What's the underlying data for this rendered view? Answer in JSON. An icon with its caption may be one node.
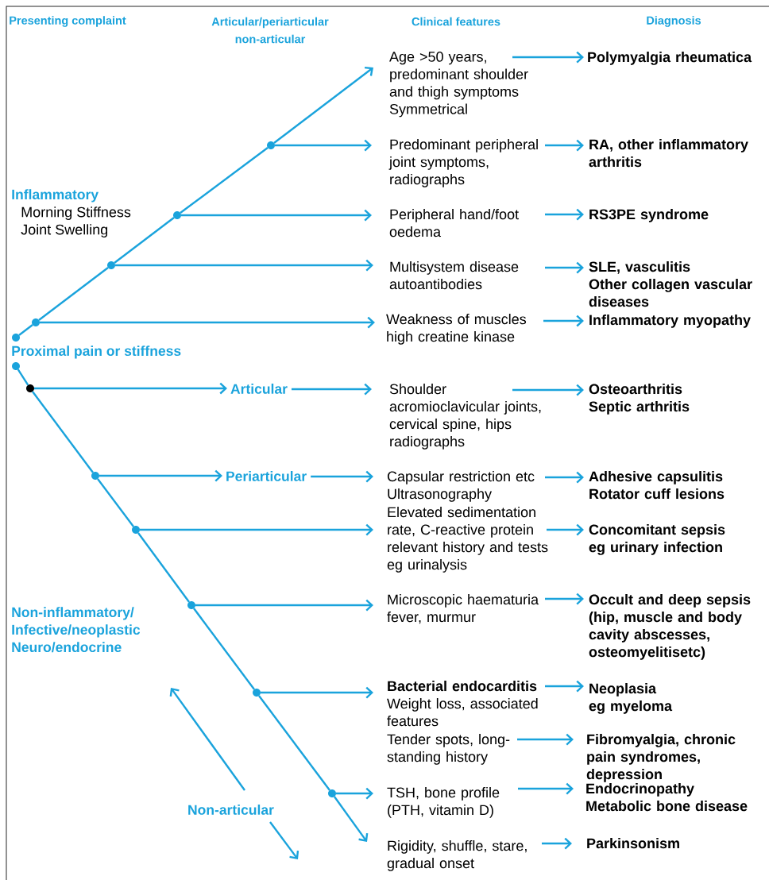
{
  "diagram": {
    "nodes": [
      {
        "text": [],
        "shape": "circle"
      },
      {
        "text": [],
        "shape": "circle"
      },
      {
        "text": [],
        "shape": "circle"
      },
      {
        "text": [],
        "shape": "circle"
      },
      {
        "text": [],
        "shape": "circle"
      },
      {
        "text": [
          "Age >50 years, predominant shoulder and thigh symptoms",
          "Symmetrical"
        ]
      },
      {
        "text": [
          "Predominant peripheral joint symptoms, radiographs"
        ]
      },
      {
        "text": [
          "Peripheral hand/foot oedema"
        ]
      },
      {
        "text": [
          "Multisystem disease autoantibodies"
        ]
      },
      {
        "text": [
          "Weakness of muscles high creatine kinase"
        ]
      },
      {
        "text": [],
        "shape": "circle"
      },
      {
        "text": [],
        "shape": "circle"
      },
      {
        "text": [],
        "shape": "circle"
      },
      {
        "text": [],
        "shape": "circle"
      },
      {
        "text": [],
        "shape": "circle"
      },
      {
        "text": [],
        "shape": "circle"
      },
      {
        "text": [],
        "shape": "circle"
      },
      {
        "text": [
          "Articular"
        ]
      },
      {
        "text": [
          "Periarticular"
        ]
      },
      {
        "text": [
          "Shoulder",
          "acromioclavicular joints, cervical spine, hips radiographs"
        ]
      },
      {
        "text": [
          "Capsular restriction etc",
          "Ultrasonography"
        ]
      },
      {
        "text": [
          "Elevated sedimentation rate, C-reactive protein",
          "relevant history and tests eg urinalysis"
        ]
      },
      {
        "text": [
          "Microscopic haematuria fever, murmur"
        ]
      },
      {
        "text": [
          "Bacterial endocarditis",
          "Weight loss, associated features"
        ]
      },
      {
        "text": [
          "Tender spots, long-standing history"
        ]
      },
      {
        "text": [
          "TSH, bone profile (PTH, vitamin D)"
        ]
      },
      {
        "text": [
          "Rigidity, shuffle, stare, gradual onset"
        ]
      },
      {
        "text": [
          "Non-articular"
        ]
      },
      {
        "text": [
          "Polymyalgia rheumatica"
        ]
      },
      {
        "text": [
          "RA, other inflammatory arthritis"
        ]
      },
      {
        "text": [
          "RS3PE syndrome"
        ]
      },
      {
        "text": [
          "SLE, vasculitis",
          "Other collagen vascular diseases"
        ]
      },
      {
        "text": [
          "Inflammatory myopathy"
        ]
      },
      {
        "text": [
          "Osteoarthritis",
          "Septic arthritis"
        ]
      },
      {
        "text": [
          "Adhesive capsulitis",
          "Rotator cuff lesions"
        ]
      },
      {
        "text": [
          "Concomitant sepsis",
          "eg urinary infection"
        ]
      },
      {
        "text": [
          "Occult and deep sepsis (hip, muscle and body cavity abscesses, osteomyelitisetc)"
        ]
      },
      {
        "text": [
          "Neoplasia",
          "eg myeloma"
        ]
      },
      {
        "text": [
          "Fibromyalgia, chronic pain syndromes, depression"
        ]
      },
      {
        "text": [
          "Endocrinopathy",
          "Metabolic bone disease"
        ]
      },
      {
        "text": [
          "Parkinsonism"
        ]
      }
    ],
    "edges": [
      {
        "from": 0,
        "to": 1,
        "arrow": "none"
      },
      {
        "from": 1,
        "to": 2,
        "arrow": "none"
      },
      {
        "from": 2,
        "to": 3,
        "arrow": "none"
      },
      {
        "from": 3,
        "to": 4,
        "arrow": "none"
      },
      {
        "from": 4,
        "to": 5,
        "arrow": "to"
      },
      {
        "from": 4,
        "to": 6,
        "arrow": "to"
      },
      {
        "from": 3,
        "to": 7,
        "arrow": "to"
      },
      {
        "from": 2,
        "to": 8,
        "arrow": "to"
      },
      {
        "from": 1,
        "to": 9,
        "arrow": "to"
      },
      {
        "from": 10,
        "to": 11,
        "arrow": "none"
      },
      {
        "from": 11,
        "to": 12,
        "arrow": "none"
      },
      {
        "from": 12,
        "to": 13,
        "arrow": "none"
      },
      {
        "from": 13,
        "to": 14,
        "arrow": "none"
      },
      {
        "from": 14,
        "to": 15,
        "arrow": "none"
      },
      {
        "from": 15,
        "to": 16,
        "arrow": "none"
      },
      {
        "from": 16,
        "to": 26,
        "arrow": "to"
      },
      {
        "from": 11,
        "to": 17,
        "arrow": "to"
      },
      {
        "from": 17,
        "to": 19,
        "arrow": "to"
      },
      {
        "from": 12,
        "to": 18,
        "arrow": "to"
      },
      {
        "from": 18,
        "to": 20,
        "arrow": "to"
      },
      {
        "from": 13,
        "to": 21,
        "arrow": "to"
      },
      {
        "from": 14,
        "to": 22,
        "arrow": "to"
      },
      {
        "from": 15,
        "to": 23,
        "arrow": "to"
      },
      {
        "from": 16,
        "to": 25,
        "arrow": "to"
      },
      {
        "from": 27,
        "to": null,
        "arrow": "to"
      },
      {
        "from": 27,
        "to": null,
        "arrow": "to"
      },
      {
        "from": 5,
        "to": 28,
        "arrow": "to"
      },
      {
        "from": 6,
        "to": 29,
        "arrow": "to"
      },
      {
        "from": 7,
        "to": 30,
        "arrow": "to"
      },
      {
        "from": 8,
        "to": 31,
        "arrow": "to"
      },
      {
        "from": 9,
        "to": 32,
        "arrow": "to"
      },
      {
        "from": 19,
        "to": 33,
        "arrow": "to"
      },
      {
        "from": 20,
        "to": 34,
        "arrow": "to"
      },
      {
        "from": 21,
        "to": 35,
        "arrow": "to"
      },
      {
        "from": 22,
        "to": 36,
        "arrow": "to"
      },
      {
        "from": 23,
        "to": 37,
        "arrow": "to"
      },
      {
        "from": 24,
        "to": 38,
        "arrow": "to"
      },
      {
        "from": 25,
        "to": 39,
        "arrow": "to"
      },
      {
        "from": 26,
        "to": 40,
        "arrow": "to"
      }
    ],
    "labels": [
      "Presenting complaint",
      "Articular/periarticular non-articular",
      "Clinical features",
      "Diagnosis",
      "Inflammatory",
      "Morning Stiffness",
      "Joint Swelling",
      "Proximal pain or stiffness",
      "Non-inflammatory/ Infective/neoplastic Neuro/endocrine"
    ]
  }
}
